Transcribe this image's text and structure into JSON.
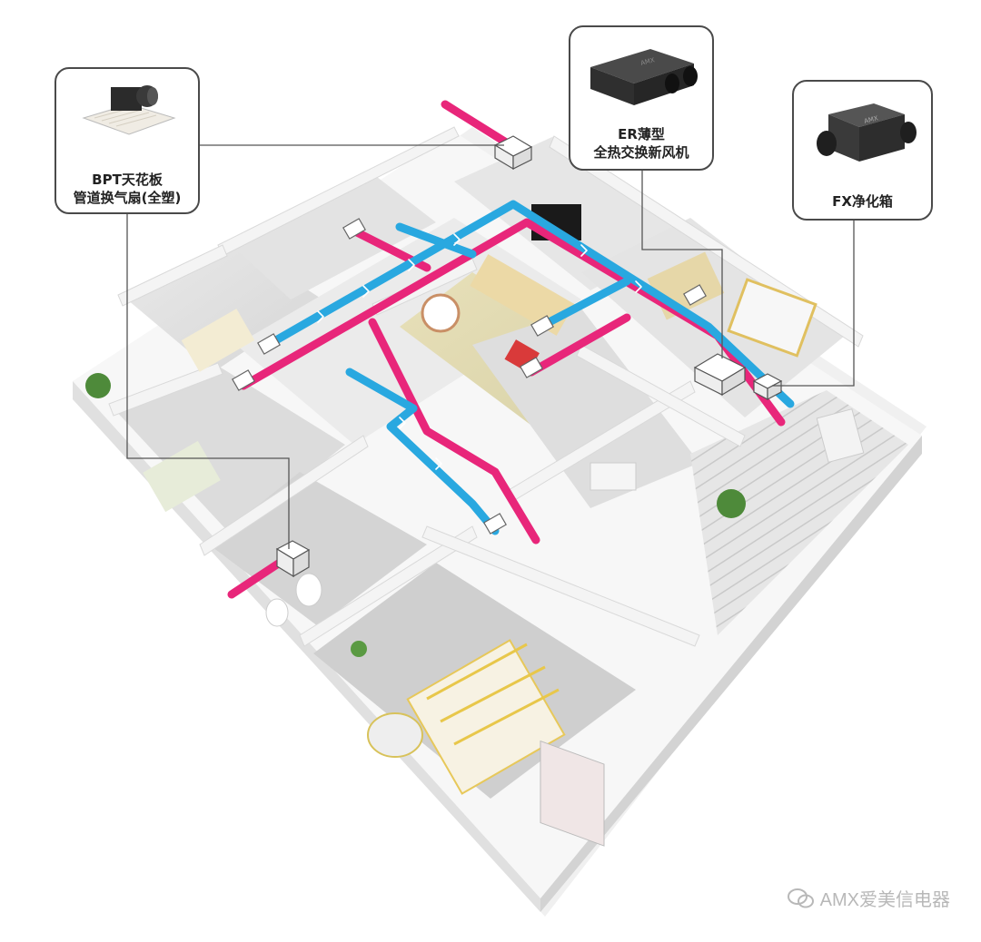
{
  "callouts": {
    "bpt": {
      "label": "BPT天花板\n管道换气扇(全塑)",
      "icon": "ceiling-fan"
    },
    "er": {
      "label": "ER薄型\n全热交换新风机",
      "icon": "erv-unit"
    },
    "fx": {
      "label": "FX净化箱",
      "icon": "purifier-box"
    }
  },
  "units": {
    "er_brand": "AMX",
    "fx_brand": "AMX"
  },
  "colors": {
    "supply": "#29a8e0",
    "exhaust": "#e8267a",
    "wall": "#f2f2f2",
    "leader": "#555555"
  },
  "watermark": {
    "text": "AMX爱美信电器",
    "icon": "wechat-icon"
  }
}
